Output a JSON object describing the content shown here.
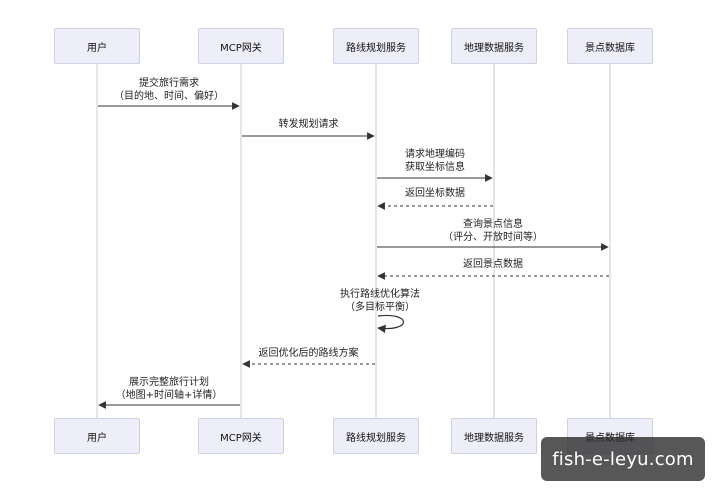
{
  "participants": [
    {
      "id": "user",
      "label": "用户"
    },
    {
      "id": "gateway",
      "label": "MCP网关"
    },
    {
      "id": "route",
      "label": "路线规划服务"
    },
    {
      "id": "geo",
      "label": "地理数据服务"
    },
    {
      "id": "poi",
      "label": "景点数据库"
    }
  ],
  "messages": [
    {
      "from": "user",
      "to": "gateway",
      "style": "solid",
      "lines": [
        "提交旅行需求",
        "（目的地、时间、偏好）"
      ]
    },
    {
      "from": "gateway",
      "to": "route",
      "style": "solid",
      "lines": [
        "转发规划请求"
      ]
    },
    {
      "from": "route",
      "to": "geo",
      "style": "solid",
      "lines": [
        "请求地理编码",
        "获取坐标信息"
      ]
    },
    {
      "from": "geo",
      "to": "route",
      "style": "dashed",
      "lines": [
        "返回坐标数据"
      ]
    },
    {
      "from": "route",
      "to": "poi",
      "style": "solid",
      "lines": [
        "查询景点信息",
        "（评分、开放时间等）"
      ]
    },
    {
      "from": "poi",
      "to": "route",
      "style": "dashed",
      "lines": [
        "返回景点数据"
      ]
    },
    {
      "from": "route",
      "to": "route",
      "style": "self",
      "lines": [
        "执行路线优化算法",
        "（多目标平衡）"
      ]
    },
    {
      "from": "route",
      "to": "gateway",
      "style": "dashed",
      "lines": [
        "返回优化后的路线方案"
      ]
    },
    {
      "from": "gateway",
      "to": "user",
      "style": "solid",
      "lines": [
        "展示完整旅行计划",
        "（地图+时间轴+详情）"
      ]
    }
  ],
  "watermark": "fish-e-leyu.com",
  "colors": {
    "box_fill": "#eeeef9",
    "box_border": "#cfd0e6",
    "lifeline": "#c8c8d8",
    "arrow": "#333333"
  }
}
